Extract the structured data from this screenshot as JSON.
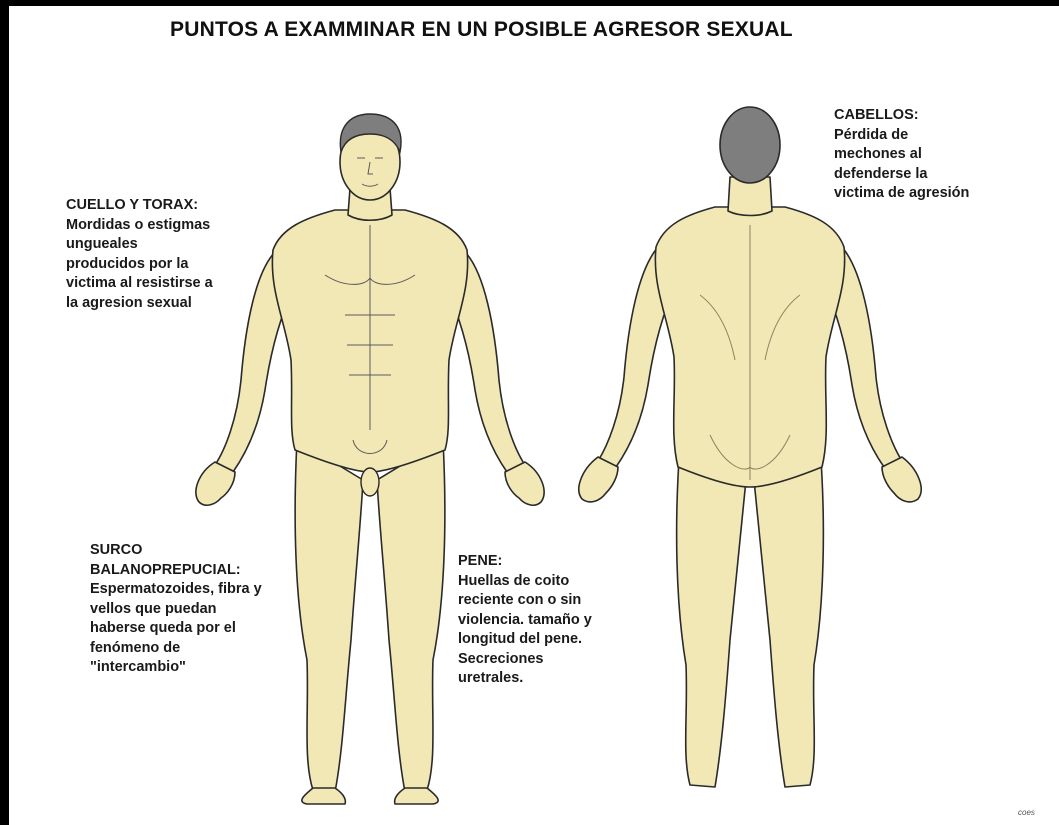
{
  "title": "PUNTOS A EXAMMINAR EN UN POSIBLE AGRESOR SEXUAL",
  "notes": {
    "cuello_torax": {
      "heading": "CUELLO Y TORAX:",
      "lines": [
        "Mordidas o estigmas",
        "ungueales",
        "producidos por la",
        "victima al resistirse a",
        "la agresion sexual"
      ]
    },
    "cabellos": {
      "heading": "CABELLOS:",
      "lines": [
        "Pérdida de",
        "mechones al",
        "defenderse la",
        "victima de agresión"
      ]
    },
    "surco": {
      "heading": "SURCO",
      "lines": [
        "BALANOPREPUCIAL:",
        "Espermatozoides, fibra y",
        "vellos que puedan",
        "haberse queda por el",
        "fenómeno de",
        "\"intercambio\""
      ]
    },
    "pene": {
      "heading": "PENE:",
      "lines": [
        "Huellas de coito",
        "reciente con o sin",
        "violencia. tamaño y",
        "longitud del pene.",
        "Secreciones",
        "uretrales."
      ]
    }
  },
  "signature": "coes",
  "colors": {
    "skin": "#f1e8b5",
    "skin_shade": "#e2d79a",
    "hair": "#7e7e7e",
    "outline": "#2a2a2a"
  }
}
